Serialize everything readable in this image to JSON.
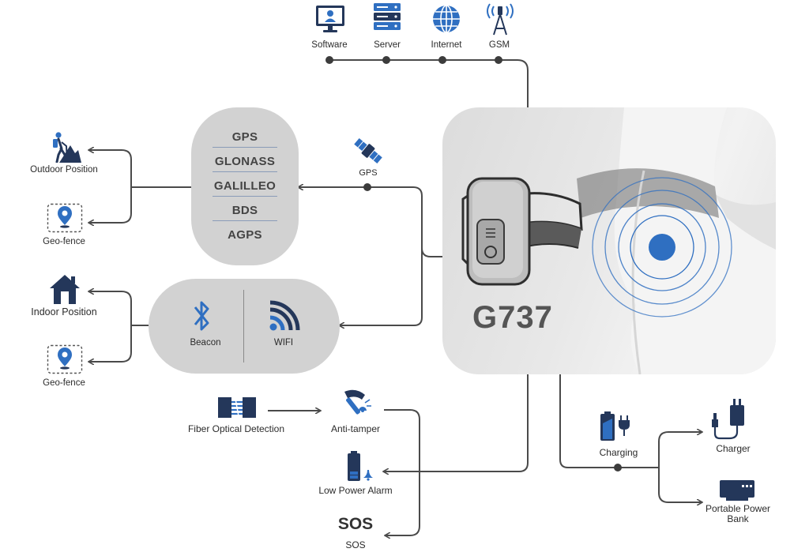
{
  "top_services": [
    {
      "label": "Software",
      "icon": "monitor-icon"
    },
    {
      "label": "Server",
      "icon": "server-icon"
    },
    {
      "label": "Internet",
      "icon": "globe-icon"
    },
    {
      "label": "GSM",
      "icon": "gsm-tower-icon"
    }
  ],
  "satellite_systems": [
    "GPS",
    "GLONASS",
    "GALILLEO",
    "BDS",
    "AGPS"
  ],
  "gps_label": "GPS",
  "indoor": {
    "beacon": "Beacon",
    "wifi": "WIFI"
  },
  "outdoor": {
    "position": "Outdoor Position",
    "geofence": "Geo-fence"
  },
  "indoor_pos": {
    "position": "Indoor Position",
    "geofence": "Geo-fence"
  },
  "device": {
    "model": "G737"
  },
  "bottom_left": {
    "fiber": "Fiber Optical Detection",
    "anti_tamper": "Anti-tamper",
    "low_power": "Low Power Alarm",
    "sos_big": "SOS",
    "sos_small": "SOS"
  },
  "power": {
    "charging": "Charging",
    "charger": "Charger",
    "power_bank": "Portable Power Bank"
  },
  "colors": {
    "accent": "#2f6fc1",
    "dark_icon": "#24375a",
    "line": "#4a4a4a",
    "panel": "#d2d2d2"
  }
}
